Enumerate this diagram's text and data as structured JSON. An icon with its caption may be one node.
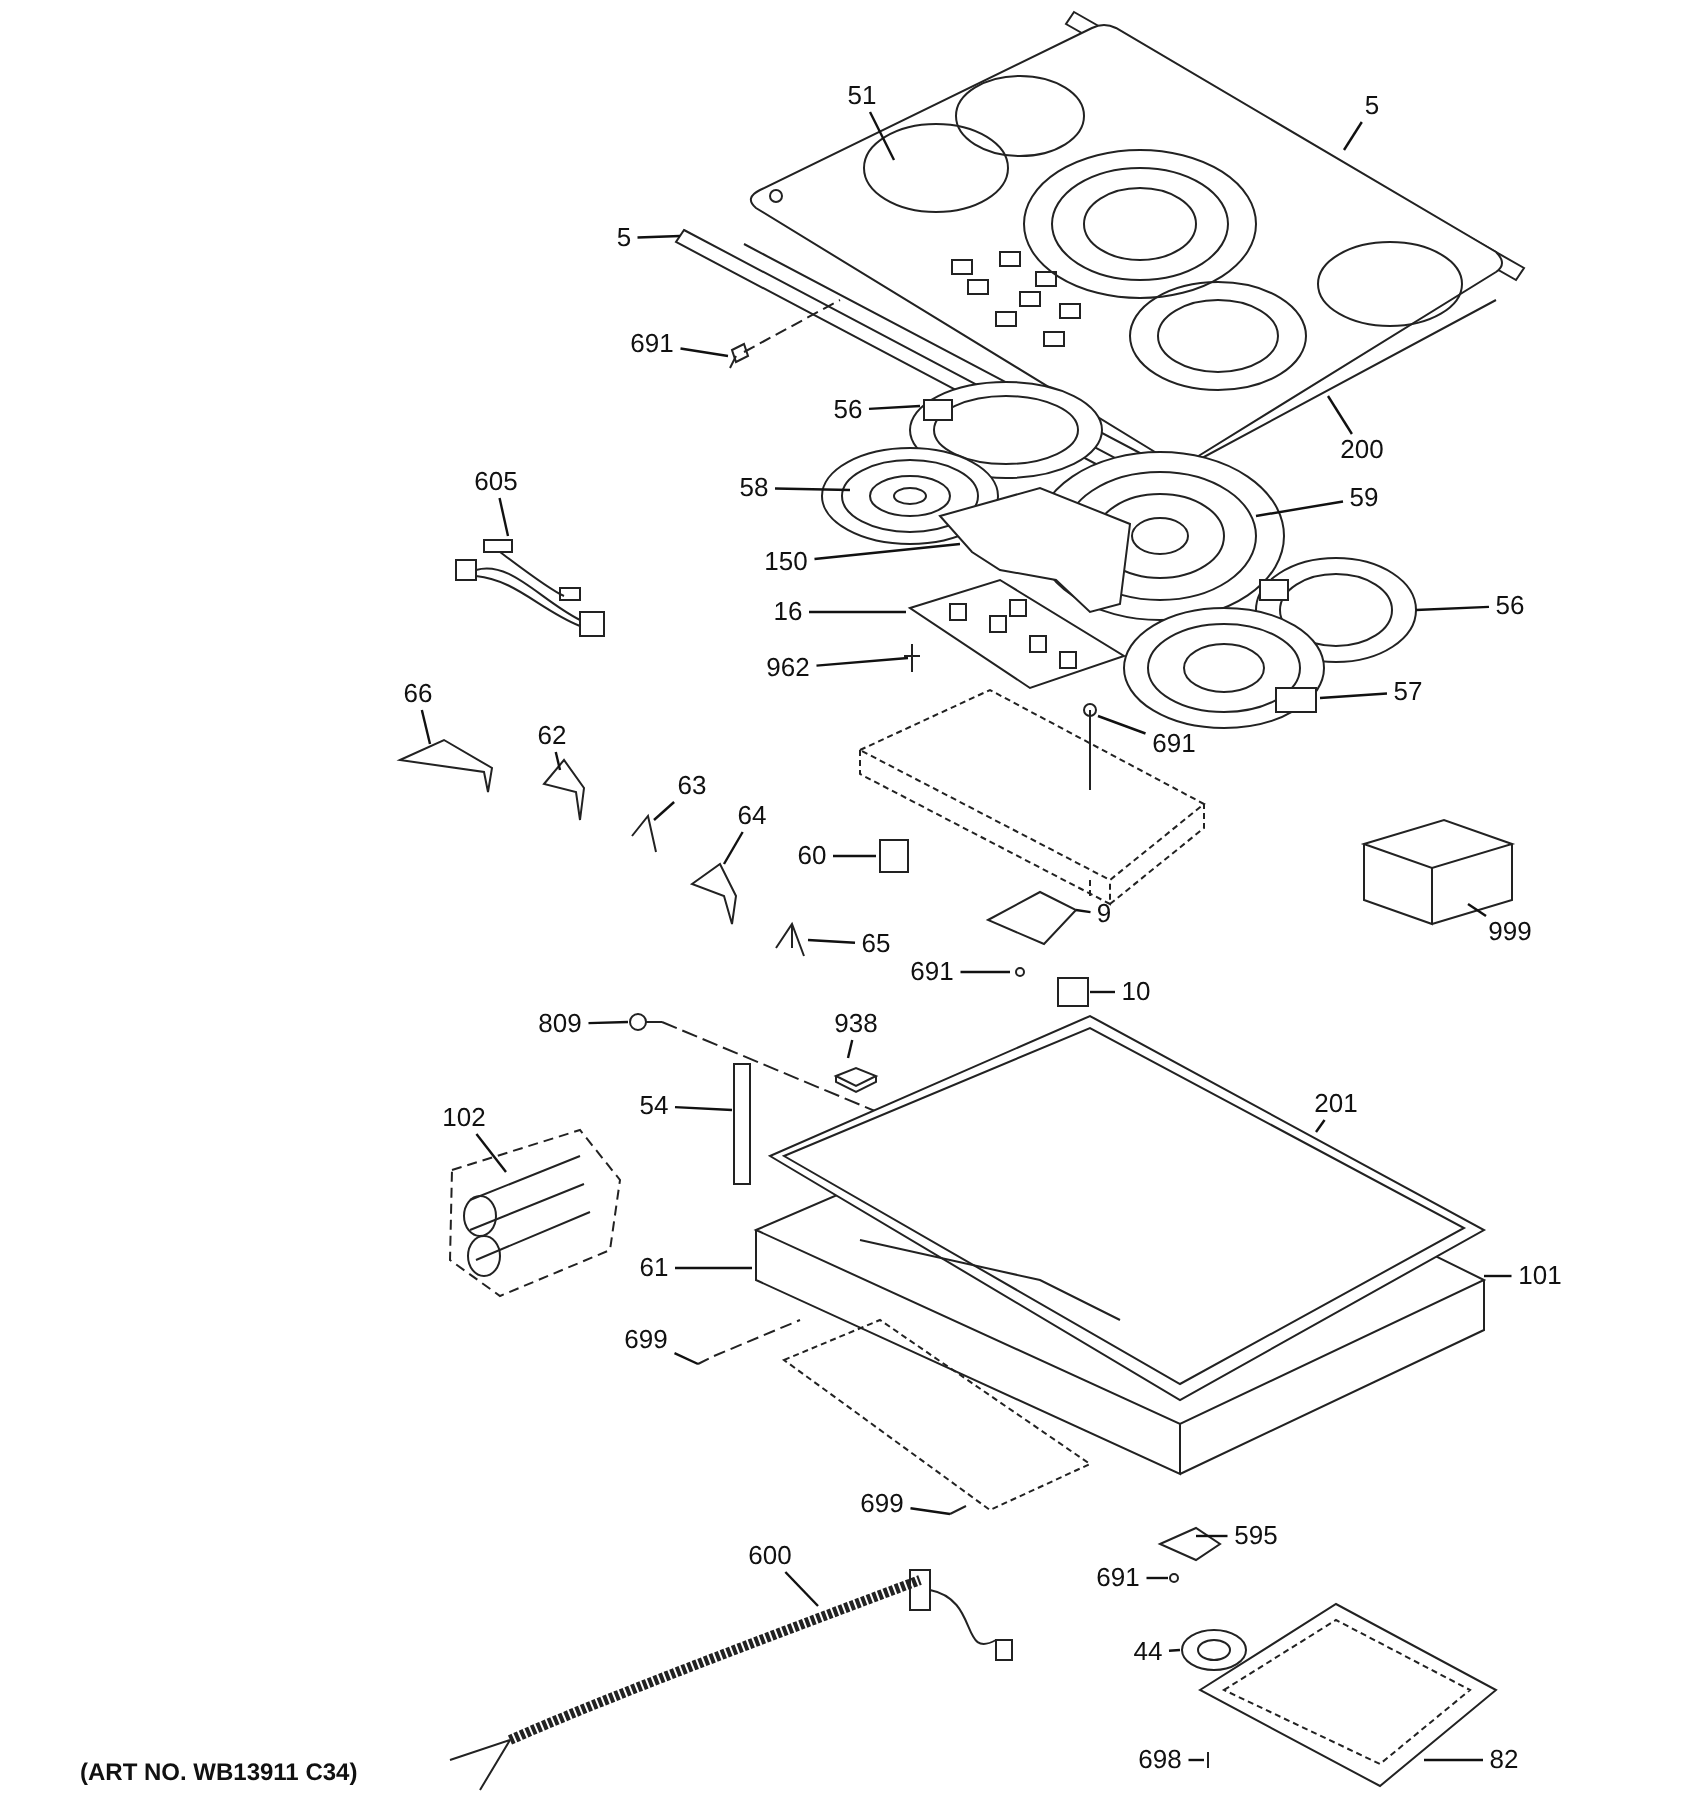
{
  "diagram": {
    "nodes": [
      {
        "text": [
          "51"
        ]
      },
      {
        "text": [
          "5"
        ]
      },
      {
        "text": [
          "5"
        ]
      },
      {
        "text": [
          "691"
        ]
      },
      {
        "text": [
          "56"
        ]
      },
      {
        "text": [
          "200"
        ]
      },
      {
        "text": [
          "605"
        ]
      },
      {
        "text": [
          "58"
        ]
      },
      {
        "text": [
          "59"
        ]
      },
      {
        "text": [
          "150"
        ]
      },
      {
        "text": [
          "16"
        ]
      },
      {
        "text": [
          "56"
        ]
      },
      {
        "text": [
          "962"
        ]
      },
      {
        "text": [
          "57"
        ]
      },
      {
        "text": [
          "66"
        ]
      },
      {
        "text": [
          "62"
        ]
      },
      {
        "text": [
          "691"
        ]
      },
      {
        "text": [
          "63"
        ]
      },
      {
        "text": [
          "64"
        ]
      },
      {
        "text": [
          "60"
        ]
      },
      {
        "text": [
          "9"
        ]
      },
      {
        "text": [
          "999"
        ]
      },
      {
        "text": [
          "65"
        ]
      },
      {
        "text": [
          "691"
        ]
      },
      {
        "text": [
          "10"
        ]
      },
      {
        "text": [
          "809"
        ]
      },
      {
        "text": [
          "938"
        ]
      },
      {
        "text": [
          "201"
        ]
      },
      {
        "text": [
          "102"
        ]
      },
      {
        "text": [
          "54"
        ]
      },
      {
        "text": [
          "61"
        ]
      },
      {
        "text": [
          "101"
        ]
      },
      {
        "text": [
          "699"
        ]
      },
      {
        "text": [
          "699"
        ]
      },
      {
        "text": [
          "595"
        ]
      },
      {
        "text": [
          "600"
        ]
      },
      {
        "text": [
          "691"
        ]
      },
      {
        "text": [
          "44"
        ]
      },
      {
        "text": [
          "698"
        ]
      },
      {
        "text": [
          "82"
        ]
      }
    ],
    "edges": [
      {
        "from": 0,
        "to": null,
        "arrow": "none"
      },
      {
        "from": 1,
        "to": null,
        "arrow": "none"
      },
      {
        "from": 2,
        "to": null,
        "arrow": "none"
      },
      {
        "from": 3,
        "to": null,
        "arrow": "none"
      },
      {
        "from": 4,
        "to": null,
        "arrow": "none"
      },
      {
        "from": 5,
        "to": null,
        "arrow": "none"
      },
      {
        "from": 6,
        "to": null,
        "arrow": "none"
      },
      {
        "from": 7,
        "to": null,
        "arrow": "none"
      },
      {
        "from": 8,
        "to": null,
        "arrow": "none"
      },
      {
        "from": 9,
        "to": null,
        "arrow": "none"
      },
      {
        "from": 10,
        "to": null,
        "arrow": "none"
      },
      {
        "from": 11,
        "to": null,
        "arrow": "none"
      },
      {
        "from": 12,
        "to": null,
        "arrow": "none"
      },
      {
        "from": 13,
        "to": null,
        "arrow": "none"
      },
      {
        "from": 14,
        "to": null,
        "arrow": "none"
      },
      {
        "from": 15,
        "to": null,
        "arrow": "none"
      },
      {
        "from": 16,
        "to": null,
        "arrow": "none"
      },
      {
        "from": 17,
        "to": null,
        "arrow": "none"
      },
      {
        "from": 18,
        "to": null,
        "arrow": "none"
      },
      {
        "from": 19,
        "to": null,
        "arrow": "none"
      },
      {
        "from": 20,
        "to": null,
        "arrow": "none"
      },
      {
        "from": 21,
        "to": null,
        "arrow": "none"
      },
      {
        "from": 22,
        "to": null,
        "arrow": "none"
      },
      {
        "from": 23,
        "to": null,
        "arrow": "none"
      },
      {
        "from": 24,
        "to": null,
        "arrow": "none"
      },
      {
        "from": 25,
        "to": null,
        "arrow": "none"
      },
      {
        "from": 26,
        "to": null,
        "arrow": "none"
      },
      {
        "from": 27,
        "to": null,
        "arrow": "none"
      },
      {
        "from": 28,
        "to": null,
        "arrow": "none"
      },
      {
        "from": 29,
        "to": null,
        "arrow": "none"
      },
      {
        "from": 30,
        "to": null,
        "arrow": "none"
      },
      {
        "from": 31,
        "to": null,
        "arrow": "none"
      },
      {
        "from": 32,
        "to": null,
        "arrow": "none"
      },
      {
        "from": 33,
        "to": null,
        "arrow": "none"
      },
      {
        "from": 34,
        "to": null,
        "arrow": "none"
      },
      {
        "from": 35,
        "to": null,
        "arrow": "none"
      },
      {
        "from": 36,
        "to": null,
        "arrow": "none"
      },
      {
        "from": 37,
        "to": null,
        "arrow": "none"
      },
      {
        "from": 38,
        "to": null,
        "arrow": "none"
      },
      {
        "from": 39,
        "to": null,
        "arrow": "none"
      }
    ],
    "labels": [
      "(ART NO. WB13911 C34)"
    ]
  }
}
